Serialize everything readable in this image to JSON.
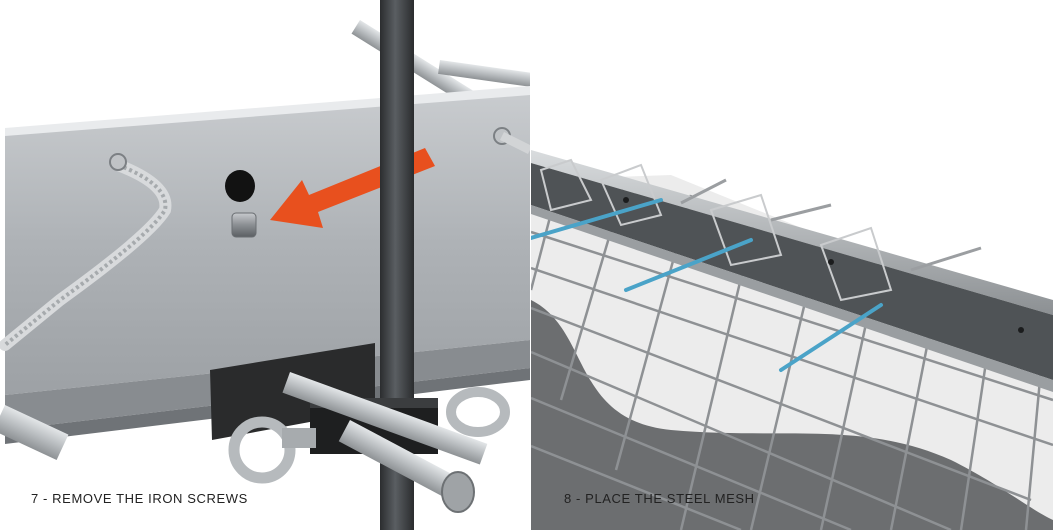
{
  "steps": [
    {
      "number": "7",
      "caption": "7 - REMOVE THE IRON SCREWS"
    },
    {
      "number": "8",
      "caption": "8 - PLACE THE STEEL MESH"
    }
  ],
  "colors": {
    "arrow": "#E8501E",
    "mesh_bar": "#4AA3C8",
    "steel": "#B7BCC0",
    "background": "#FFFFFF"
  },
  "icons": [
    "arrow-pointer-icon"
  ]
}
